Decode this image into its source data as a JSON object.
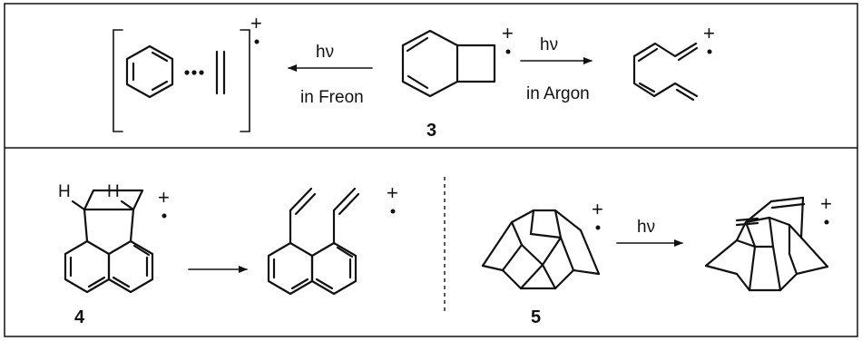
{
  "labels": {
    "hv1": "hν",
    "hv2": "hν",
    "hv3": "hν",
    "cond_freon": "in Freon",
    "cond_argon": "in Argon",
    "cmpd3": "3",
    "cmpd4": "4",
    "cmpd5": "5",
    "H1": "H",
    "H2": "H"
  },
  "charges": {
    "c1": "+",
    "c2": "+",
    "c3": "+",
    "c4": "+",
    "c5": "+",
    "c6": "+",
    "c7": "+"
  },
  "colors": {
    "ink": "#111111",
    "background": "#ffffff"
  }
}
